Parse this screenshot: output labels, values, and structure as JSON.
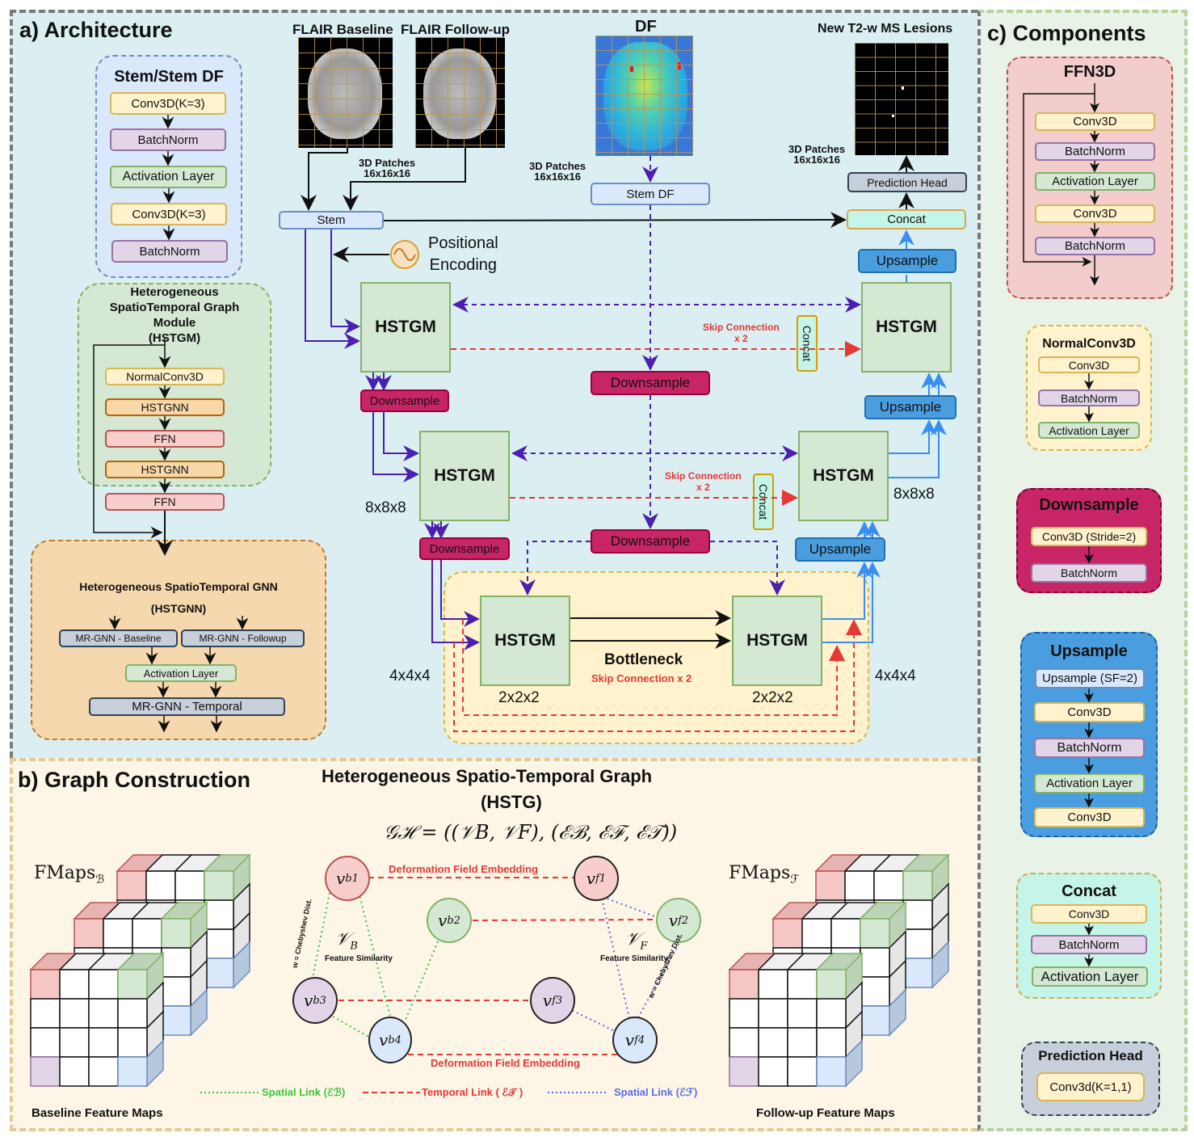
{
  "architecture": {
    "title": "a) Architecture",
    "stem_legend": {
      "title": "Stem/Stem DF",
      "layers": [
        "Conv3D(K=3)",
        "BatchNorm",
        "Activation Layer",
        "Conv3D(K=3)",
        "BatchNorm"
      ]
    },
    "hstgm_legend": {
      "title_lines": [
        "Heterogeneous",
        "SpatioTemporal Graph",
        "Module",
        "(HSTGM)"
      ],
      "layers": [
        "NormalConv3D",
        "HSTGNN",
        "FFN",
        "HSTGNN",
        "FFN"
      ]
    },
    "hstgnn_legend": {
      "title": "Heterogeneous SpatioTemporal GNN",
      "subtitle": "(HSTGNN)",
      "baseline": "MR-GNN - Baseline",
      "followup": "MR-GNN - Followup",
      "activation": "Activation Layer",
      "temporal": "MR-GNN - Temporal"
    },
    "inputs": {
      "flair_baseline": "FLAIR Baseline",
      "flair_followup": "FLAIR Follow-up",
      "df": "DF",
      "output": "New T2-w MS Lesions",
      "patches_1": "3D Patches",
      "patches_1b": "16x16x16",
      "patches_2": "3D Patches",
      "patches_2b": "16x16x16",
      "patches_3": "3D Patches",
      "patches_3b": "16x16x16"
    },
    "stem": "Stem",
    "stem_df": "Stem DF",
    "positional_encoding_1": "Positional",
    "positional_encoding_2": "Encoding",
    "hstgm": "HSTGM",
    "downsample": "Downsample",
    "upsample": "Upsample",
    "concat": "Concat",
    "prediction_head": "Prediction Head",
    "skip_connection": "Skip Connection",
    "skip_times": "x 2",
    "bottleneck": "Bottleneck",
    "bottleneck_skip": "Skip Connection x 2",
    "size_8": "8x8x8",
    "size_4": "4x4x4",
    "size_2": "2x2x2"
  },
  "graph": {
    "title": "b) Graph Construction",
    "hstg_title": "Heterogeneous Spatio-Temporal Graph",
    "hstg_abbr": "(HSTG)",
    "formula": "𝒢ℋ = ((𝒱B, 𝒱F), (ℰℬ, ℰℱ, ℰ𝒯))",
    "fmaps_b": "FMaps",
    "fmaps_b_sub": "ℬ",
    "fmaps_f": "FMaps",
    "fmaps_f_sub": "ℱ",
    "baseline_maps": "Baseline Feature Maps",
    "followup_maps": "Follow-up Feature Maps",
    "nodes": {
      "b1": "b1",
      "b2": "b2",
      "b3": "b3",
      "b4": "b4",
      "f1": "f1",
      "f2": "f2",
      "f3": "f3",
      "f4": "f4"
    },
    "v_letter": "v",
    "vb": "𝒱",
    "vb_sub": "B",
    "vf_sub": "F",
    "feature_similarity": "Feature Similarity",
    "chebyshev": "w = Chebyshev Dist.",
    "deformation_embedding": "Deformation Field Embedding",
    "legend": {
      "spatial_b": "Spatial Link (ℰℬ)",
      "temporal": "Temporal Link ( ℰ𝒯 )",
      "spatial_f": "Spatial Link (ℰℱ)"
    }
  },
  "components": {
    "title": "c) Components",
    "ffn3d": {
      "title": "FFN3D",
      "layers": [
        "Conv3D",
        "BatchNorm",
        "Activation Layer",
        "Conv3D",
        "BatchNorm"
      ]
    },
    "normalconv3d": {
      "title": "NormalConv3D",
      "layers": [
        "Conv3D",
        "BatchNorm",
        "Activation Layer"
      ]
    },
    "downsample": {
      "title": "Downsample",
      "layers": [
        "Conv3D (Stride=2)",
        "BatchNorm"
      ]
    },
    "upsample": {
      "title": "Upsample",
      "layers": [
        "Upsample (SF=2)",
        "Conv3D",
        "BatchNorm",
        "Activation Layer",
        "Conv3D"
      ]
    },
    "concat": {
      "title": "Concat",
      "layers": [
        "Conv3D",
        "BatchNorm",
        "Activation Layer"
      ]
    },
    "prediction_head": {
      "title": "Prediction Head",
      "layers": [
        "Conv3d(K=1,1)"
      ]
    }
  },
  "colors": {
    "arch_bg": "#dbeff2",
    "graph_bg": "#fdf5e6",
    "comp_bg": "#e9f2e6",
    "downsample": "#c72566",
    "upsample": "#4a9ee0",
    "skip": "#e53935",
    "encoder_arrow": "#4b1fb0"
  }
}
